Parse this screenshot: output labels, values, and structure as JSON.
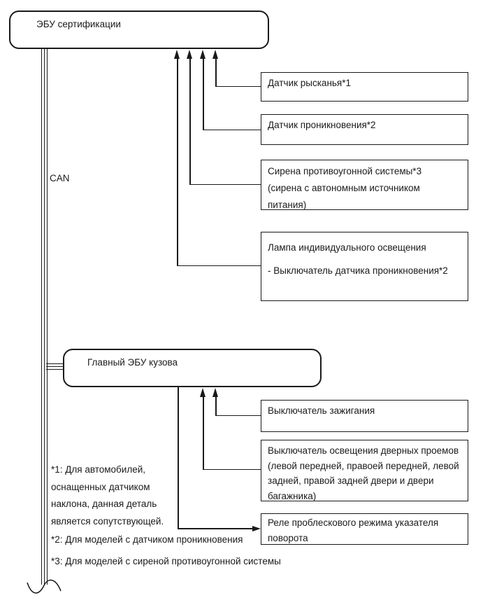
{
  "diagram": {
    "bus_label": "CAN",
    "certification_ecu": {
      "label": "ЭБУ сертификации"
    },
    "main_body_ecu": {
      "label": "Главный ЭБУ кузова"
    },
    "cert_components": [
      {
        "lines": [
          "Датчик рысканья*1"
        ]
      },
      {
        "lines": [
          "Датчик проникновения*2"
        ]
      },
      {
        "lines": [
          "Сирена противоугонной системы*3",
          "(сирена с автономным источником",
          "питания)"
        ]
      },
      {
        "lines": [
          "Лампа индивидуального освещения",
          "- Выключатель датчика проникновения*2"
        ]
      }
    ],
    "body_components": [
      {
        "lines": [
          "Выключатель зажигания"
        ]
      },
      {
        "lines": [
          "Выключатель освещения дверных проемов",
          "(левой передней, правоей передней, левой",
          "задней, правой задней двери и двери",
          "багажника)"
        ]
      },
      {
        "lines": [
          "Реле проблескового режима указателя",
          "поворота"
        ]
      }
    ],
    "footnotes": [
      {
        "lines": [
          "*1: Для автомобилей,",
          "оснащенных датчиком",
          "наклона, данная деталь",
          "является сопутствующей."
        ]
      },
      {
        "lines": [
          "*2: Для моделей с датчиком проникновения"
        ]
      },
      {
        "lines": [
          "*3: Для моделей с сиреной противоугонной системы"
        ]
      }
    ],
    "colors": {
      "line": "#1a1a1a",
      "background": "#ffffff"
    }
  }
}
